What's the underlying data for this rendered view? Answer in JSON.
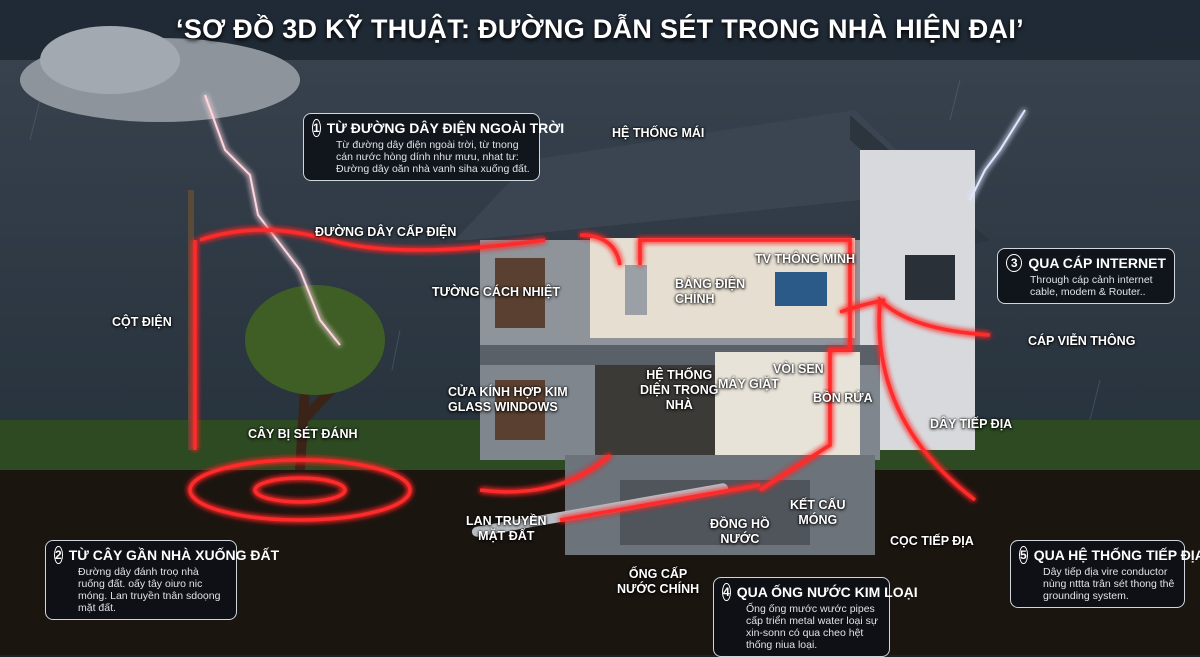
{
  "title": "‘SƠ ĐỒ 3D KỸ THUẬT: ĐƯỜNG DẪN SÉT TRONG NHÀ HIỆN ĐẠI’",
  "colors": {
    "lightning_path": "#ff2a2a",
    "sky": "#26313d",
    "ground": "#1b1510",
    "grass": "#2d4a22"
  },
  "labels": {
    "roof": "HỆ THỐNG MÁI",
    "power_line": "ĐƯỜNG DÂY CẤP ĐIỆN",
    "pole": "CỘT ĐIỆN",
    "insulated_wall": "TƯỜNG CÁCH NHIỆT",
    "main_panel": "BẢNG ĐIỆN\nCHÍNH",
    "smart_tv": "TV THÔNG MINH",
    "home_electrical": "HỆ THỐNG\nDIỆN TRONG\nNHÀ",
    "washer": "MÁY GIẶT",
    "shower": "VÒI SEN",
    "sink": "BỒN RỬA",
    "glass_windows": "CỬA KÍNH HỢP KIM\nGLASS WINDOWS",
    "struck_tree": "CÂY BỊ SÉT ĐÁNH",
    "ground_wire": "DÂY TIẾP ĐỊA",
    "telecom_cable": "CÁP VIỄN THÔNG",
    "ground_spread": "LAN TRUYỀN\nMẶT ĐẤT",
    "water_meter": "ĐỒNG HỒ\nNƯỚC",
    "foundation": "KẾT CẤU\nMÓNG",
    "ground_rod": "CỌC TIẾP ĐỊA",
    "main_water_pipe": "ỐNG CẤP\nNƯỚC CHÍNH"
  },
  "callouts": [
    {
      "num": "1",
      "title": "TỪ ĐƯỜNG DÂY ĐIỆN NGOÀI TRỜI",
      "text": "Từ đường dây điện ngoài trời, từ tnong cán nước hòng dính như mưu, nhat tư: Đường dây oăn nhà vanh siha xuống đất."
    },
    {
      "num": "2",
      "title": "TỪ CÂY GẦN NHÀ XUỐNG ĐẤT",
      "text": "Đường dây đánh troọ nhà ruống đất. oấy tây oiưo nic móng. Lan truyền tnân sdoọng mặt đất."
    },
    {
      "num": "3",
      "title": "QUA CÁP INTERNET",
      "text": "Through cáp cảnh internet cable, modem & Router.."
    },
    {
      "num": "4",
      "title": "QUA ỐNG NƯỚC KIM LOẠI",
      "text": "Ống ống mước wước pipes cấp triển metal water loại sự xin-sonn có qua cheo hệt thống niua loại."
    },
    {
      "num": "5",
      "title": "QUA HỆ THỐNG TIẾP ĐỊA",
      "text": "Dây tiếp địa vire conductor nùng nttta trân sét thong thê grounding system."
    }
  ]
}
